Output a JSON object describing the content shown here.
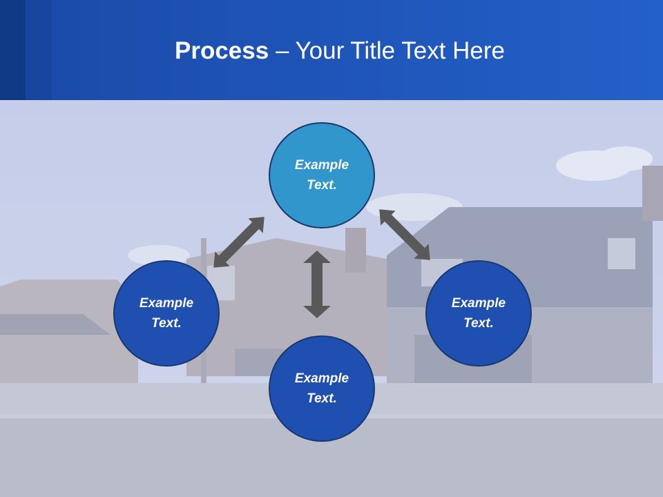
{
  "title": {
    "bold": "Process",
    "rest": " – Your Title Text Here"
  },
  "nodes": {
    "top": "Example\nText.",
    "left": "Example\nText.",
    "right": "Example\nText.",
    "bottom": "Example\nText."
  },
  "colors": {
    "header": "#1f55b8",
    "node_dark": "#1f4fb0",
    "node_light": "#3096cc",
    "arrow": "#595959"
  }
}
